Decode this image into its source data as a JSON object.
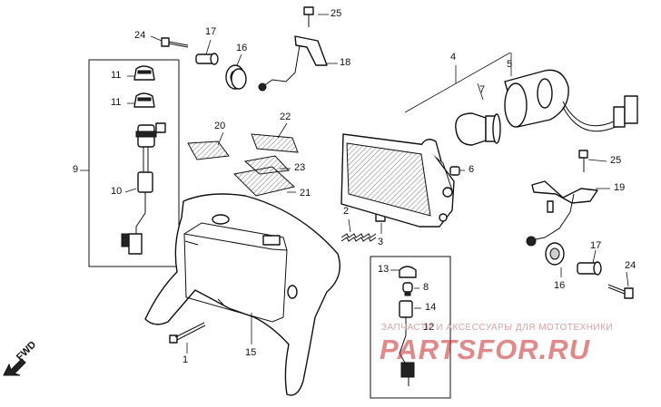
{
  "labels": {
    "l1": "1",
    "l2": "2",
    "l3": "3",
    "l4": "4",
    "l5": "5",
    "l6": "6",
    "l7": "7",
    "l8": "8",
    "l9": "9",
    "l10": "10",
    "l11a": "11",
    "l11b": "11",
    "l12": "12",
    "l13": "13",
    "l14": "14",
    "l15": "15",
    "l16a": "16",
    "l16b": "16",
    "l17a": "17",
    "l17b": "17",
    "l18": "18",
    "l19": "19",
    "l20": "20",
    "l21": "21",
    "l22": "22",
    "l23": "23",
    "l24a": "24",
    "l24b": "24",
    "l25a": "25",
    "l25b": "25"
  },
  "fwd": "FWD",
  "watermark": {
    "text": "ЗАПЧАСТИ И АКСЕССУАРЫ ДЛЯ МОТОТЕХНИКИ",
    "logo": "PARTSFOR.RU"
  }
}
